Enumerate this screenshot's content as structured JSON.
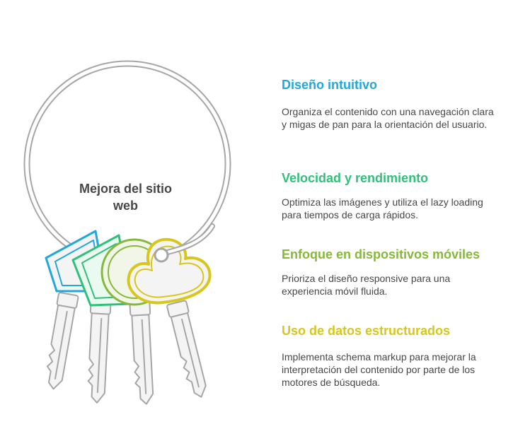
{
  "center": {
    "line1": "Mejora del sitio",
    "line2": "web"
  },
  "items": [
    {
      "title": "Diseño intuitivo",
      "color": "#1FA8D8",
      "desc": "Organiza el contenido con una navegación clara y migas de pan para la orientación del usuario."
    },
    {
      "title": "Velocidad y rendimiento",
      "color": "#2FC07A",
      "desc": "Optimiza las imágenes y utiliza el lazy loading para tiempos de carga rápidos."
    },
    {
      "title": "Enfoque en dispositivos móviles",
      "color": "#86B83B",
      "desc": "Prioriza el diseño responsive para una experiencia móvil fluida."
    },
    {
      "title": "Uso de datos estructurados",
      "color": "#D8C61C",
      "desc": "Implementa schema markup para mejorar la interpretación del contenido por parte de los motores de búsqueda."
    }
  ],
  "colors": {
    "ring": "#A6A6A6",
    "key_fill": "#F4F4F4",
    "text": "#474747"
  }
}
